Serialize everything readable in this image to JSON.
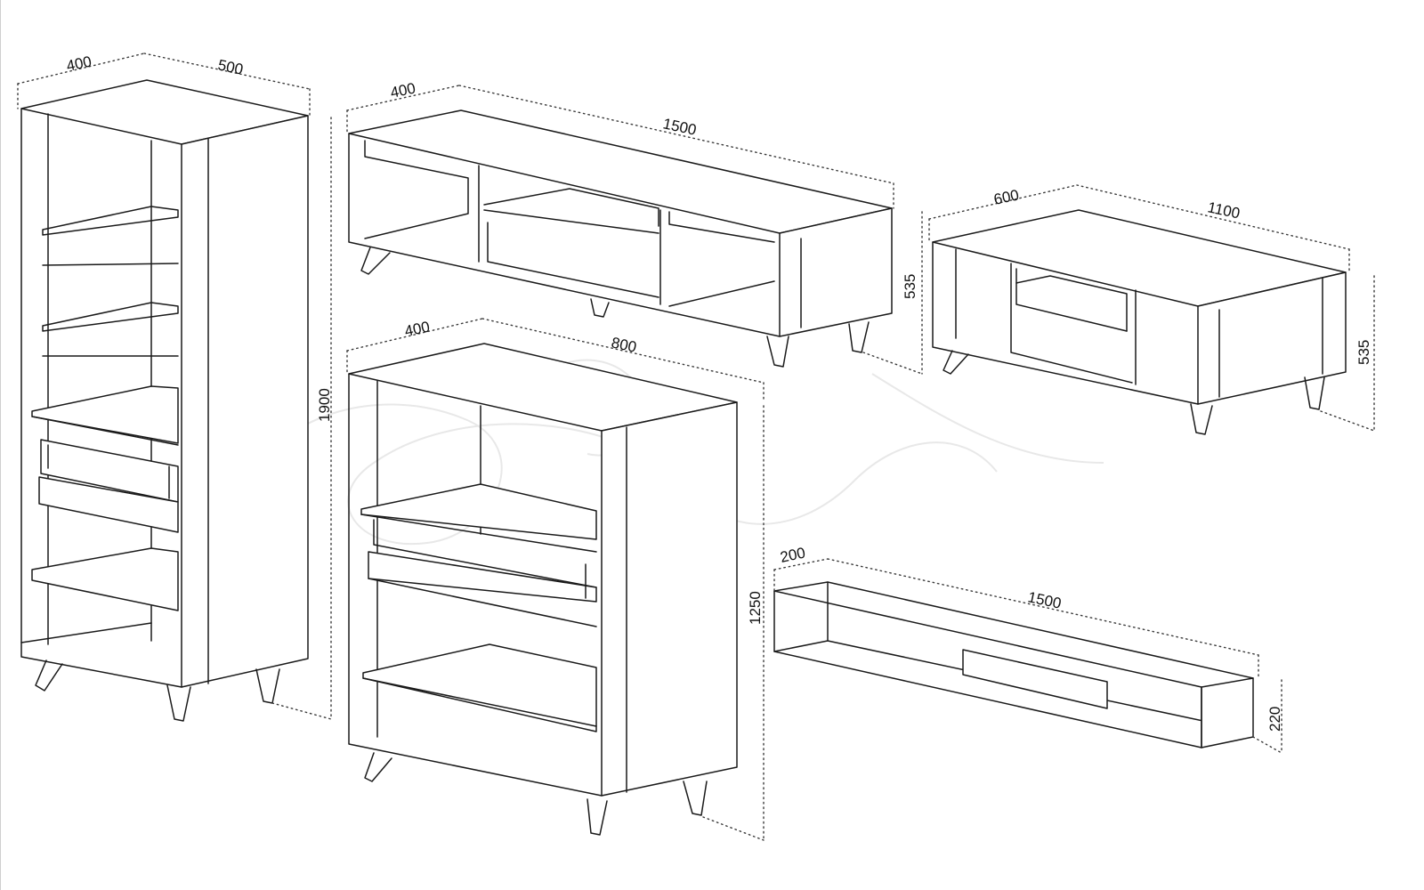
{
  "dimensions": {
    "bookcase": {
      "depth": "400",
      "width": "500",
      "height": "1900"
    },
    "tv_unit": {
      "depth": "400",
      "width": "1500",
      "height": "535"
    },
    "coffee_table": {
      "depth": "600",
      "width": "1100",
      "height": "535"
    },
    "sideboard": {
      "depth": "400",
      "width": "800",
      "height": "1250"
    },
    "wall_shelf": {
      "depth": "200",
      "width": "1500",
      "height": "220"
    }
  }
}
